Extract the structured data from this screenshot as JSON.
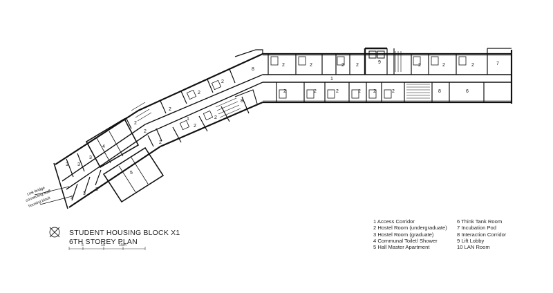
{
  "title": {
    "line1": "STUDENT HOUSING BLOCK X1",
    "line2": "6TH STOREY PLAN"
  },
  "scale_bar": {
    "ticks": [
      "5",
      "10",
      "15m"
    ]
  },
  "link_bridge_note": [
    "Link-bridge",
    "connecting staff",
    "housing block"
  ],
  "room_labels": {
    "corridor": "1",
    "hostel_ug": "2",
    "hostel_g": "3",
    "toilet": "4",
    "hall_master": "5",
    "think_tank": "6",
    "incubation": "7",
    "interaction": "8",
    "lift": "9"
  },
  "legend": {
    "col1": [
      "1 Access Corridor",
      "2 Hostel Room (undergraduate)",
      "3 Hostel Room (graduate)",
      "4 Communal Toilet/ Shower",
      "5 Hall Master Apartment"
    ],
    "col2": [
      "6 Think Tank Room",
      "7 Incubation Pod",
      "8 Interaction Corridor",
      "9 Lift Lobby",
      "10 LAN Room"
    ]
  }
}
